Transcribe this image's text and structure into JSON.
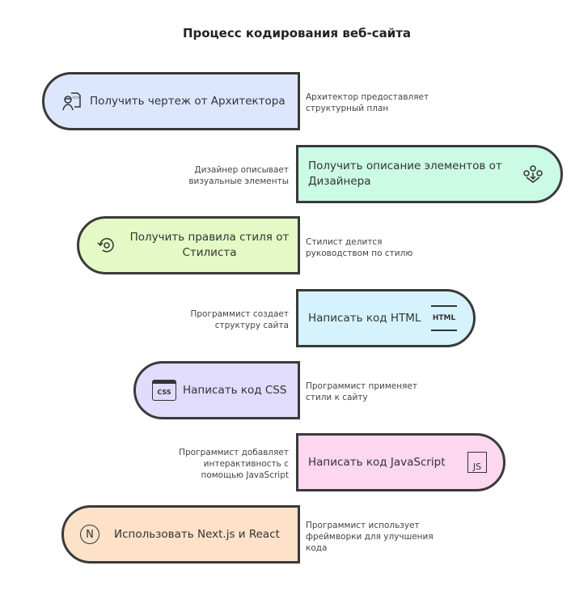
{
  "title": "Процесс кодирования веб-сайта",
  "steps": [
    {
      "label": "Получить чертеж от Архитектора",
      "description": "Архитектор предоставляет структурный план",
      "icon": "architect-icon",
      "color": "#dce7fd"
    },
    {
      "label": "Получить описание элементов от Дизайнера",
      "description": "Дизайнер описывает визуальные элементы",
      "icon": "design-elements-icon",
      "color": "#cbfbe4"
    },
    {
      "label": "Получить правила стиля от Стилиста",
      "description": "Стилист делится руководством по стилю",
      "icon": "style-guide-icon",
      "color": "#e4f9c5"
    },
    {
      "label": "Написать код HTML",
      "description": "Программист создает структуру сайта",
      "icon": "html-icon",
      "icon_text": "HTML",
      "color": "#d4f3fc"
    },
    {
      "label": "Написать код CSS",
      "description": "Программист применяет стили к сайту",
      "icon": "css-icon",
      "icon_text": "CSS",
      "color": "#e1dbfc"
    },
    {
      "label": "Написать код JavaScript",
      "description": "Программист добавляет интерактивность с помощью JavaScript",
      "icon": "javascript-icon",
      "icon_text": "JS",
      "color": "#fdd6ef"
    },
    {
      "label": "Использовать Next.js и React",
      "description": "Программист использует фреймворки для улучшения кода",
      "icon": "nextjs-icon",
      "icon_text": "N",
      "color": "#fde1c9"
    }
  ]
}
